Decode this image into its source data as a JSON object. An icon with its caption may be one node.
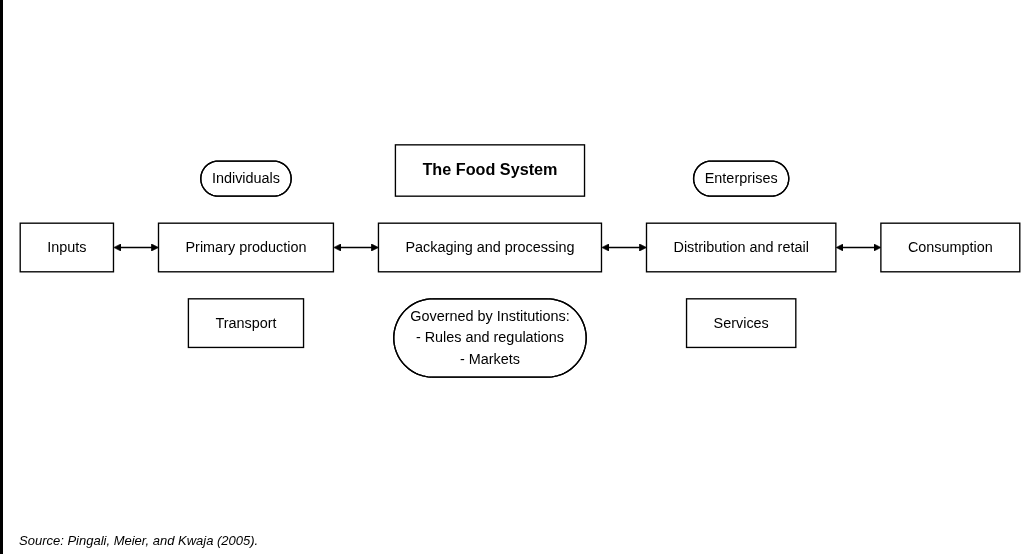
{
  "diagram": {
    "caption": "Source: Pingali, Meier, and Kwaja (2005).",
    "nodes": [
      {
        "text": [
          "The Food System"
        ]
      },
      {
        "text": [
          "Individuals"
        ]
      },
      {
        "text": [
          "Enterprises"
        ]
      },
      {
        "text": [
          "Inputs"
        ]
      },
      {
        "text": [
          "Primary production"
        ]
      },
      {
        "text": [
          "Packaging and processing"
        ]
      },
      {
        "text": [
          "Distribution and retail"
        ]
      },
      {
        "text": [
          "Consumption"
        ]
      },
      {
        "text": [
          "Transport"
        ]
      },
      {
        "text": [
          "Services"
        ]
      },
      {
        "text": [
          "Governed by Institutions:",
          "- Rules and regulations",
          "- Markets"
        ]
      }
    ],
    "edges": [
      {
        "from": 3,
        "to": 4,
        "arrow": "both"
      },
      {
        "from": 4,
        "to": 5,
        "arrow": "both"
      },
      {
        "from": 5,
        "to": 6,
        "arrow": "both"
      },
      {
        "from": 6,
        "to": 7,
        "arrow": "both"
      }
    ]
  }
}
